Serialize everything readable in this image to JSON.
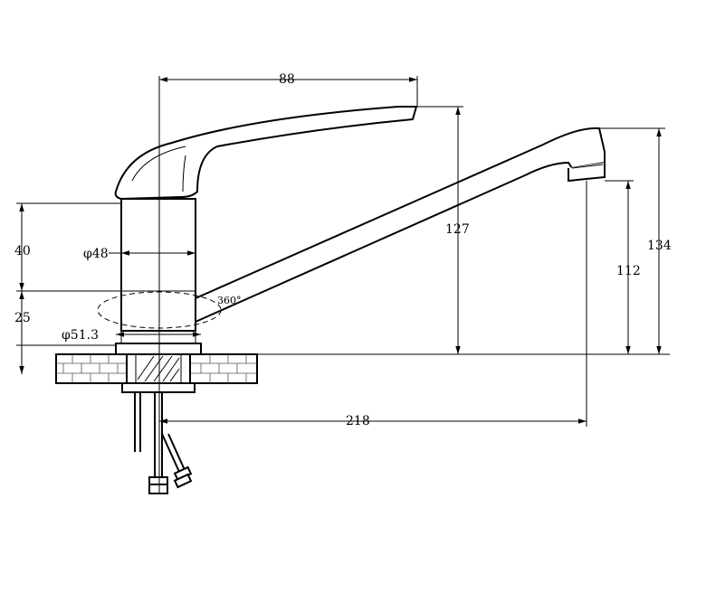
{
  "dimensions": {
    "handle_reach": "88",
    "spout_top_height": "127",
    "spout_overall_height": "134",
    "spout_outlet_height": "112",
    "spout_reach": "218",
    "body_height": "40",
    "base_height": "25",
    "body_diameter": "φ48",
    "base_diameter": "φ51.3",
    "swivel_angle": "360°"
  }
}
